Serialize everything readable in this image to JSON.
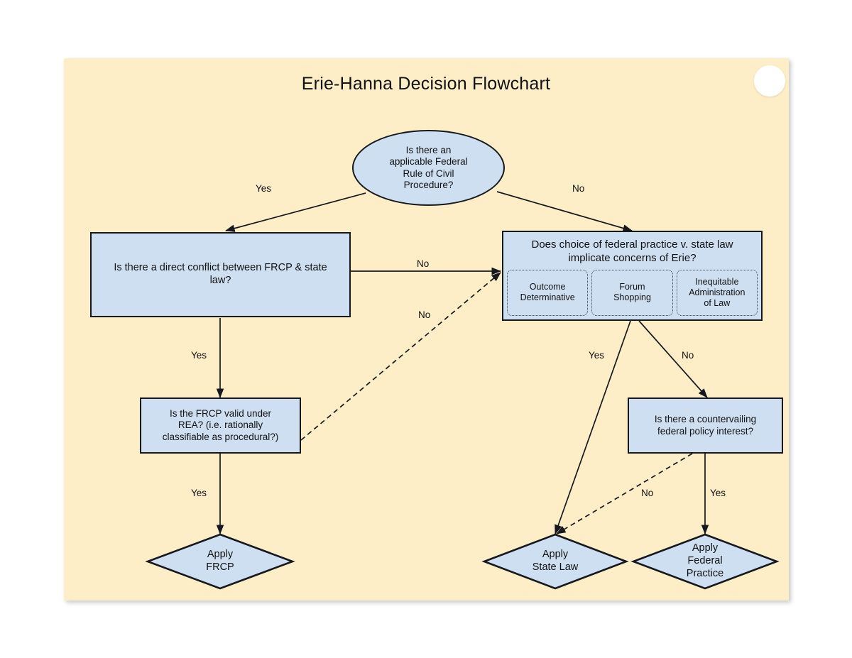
{
  "canvas": {
    "title": "Erie-Hanna Decision Flowchart",
    "background_color": "#fdeec8",
    "page_background_color": "#ffffff",
    "node_fill_color": "#cfdff2",
    "node_border_color": "#16181d",
    "corner_dot_color": "#ffffff"
  },
  "nodes": {
    "start_oval": "Is there an\napplicable Federal\nRule of Civil\nProcedure?",
    "direct_conflict": "Is there a direct conflict between FRCP & state\nlaw?",
    "erie_concerns": "Does choice of federal practice v. state law\nimplicate concerns of Erie?",
    "erie_factors": [
      "Outcome\nDeterminative",
      "Forum\nShopping",
      "Inequitable\nAdministration\nof Law"
    ],
    "rea_valid": "Is the FRCP valid under\nREA? (i.e. rationally\nclassifiable as procedural?)",
    "countervailing": "Is there a countervailing\nfederal policy interest?",
    "apply_frcp": "Apply\nFRCP",
    "apply_state_law": "Apply\nState Law",
    "apply_federal_practice": "Apply\nFederal\nPractice"
  },
  "edge_labels": {
    "start_yes": "Yes",
    "start_no": "No",
    "conflict_no": "No",
    "rea_no": "No",
    "conflict_yes": "Yes",
    "rea_yes": "Yes",
    "erie_yes": "Yes",
    "erie_no": "No",
    "countervailing_no": "No",
    "countervailing_yes": "Yes"
  },
  "chart_data": {
    "type": "diagram",
    "title": "Erie-Hanna Decision Flowchart",
    "shapes": {
      "oval": "decision-start",
      "rectangle": "question",
      "diamond": "outcome",
      "dotted-rounded-rect": "erie-factor"
    },
    "steps": [
      {
        "id": "start_oval",
        "shape": "oval",
        "text": "Is there an applicable Federal Rule of Civil Procedure?",
        "branches": [
          {
            "label": "Yes",
            "target": "direct_conflict",
            "style": "solid"
          },
          {
            "label": "No",
            "target": "erie_concerns",
            "style": "solid"
          }
        ]
      },
      {
        "id": "direct_conflict",
        "shape": "rectangle",
        "text": "Is there a direct conflict between FRCP & state law?",
        "branches": [
          {
            "label": "Yes",
            "target": "rea_valid",
            "style": "solid"
          },
          {
            "label": "No",
            "target": "erie_concerns",
            "style": "solid"
          }
        ]
      },
      {
        "id": "rea_valid",
        "shape": "rectangle",
        "text": "Is the FRCP valid under REA? (i.e. rationally classifiable as procedural?)",
        "branches": [
          {
            "label": "Yes",
            "target": "apply_frcp",
            "style": "solid"
          },
          {
            "label": "No",
            "target": "erie_concerns",
            "style": "dashed"
          }
        ]
      },
      {
        "id": "erie_concerns",
        "shape": "rectangle",
        "text": "Does choice of federal practice v. state law implicate concerns of Erie?",
        "factors": [
          "Outcome Determinative",
          "Forum Shopping",
          "Inequitable Administration of Law"
        ],
        "branches": [
          {
            "label": "Yes",
            "target": "apply_state_law",
            "style": "solid"
          },
          {
            "label": "No",
            "target": "countervailing",
            "style": "solid"
          }
        ]
      },
      {
        "id": "countervailing",
        "shape": "rectangle",
        "text": "Is there a countervailing federal policy interest?",
        "branches": [
          {
            "label": "Yes",
            "target": "apply_federal_practice",
            "style": "solid"
          },
          {
            "label": "No",
            "target": "apply_state_law",
            "style": "dashed"
          }
        ]
      },
      {
        "id": "apply_frcp",
        "shape": "diamond",
        "text": "Apply FRCP",
        "branches": []
      },
      {
        "id": "apply_state_law",
        "shape": "diamond",
        "text": "Apply State Law",
        "branches": []
      },
      {
        "id": "apply_federal_practice",
        "shape": "diamond",
        "text": "Apply Federal Practice",
        "branches": []
      }
    ]
  }
}
